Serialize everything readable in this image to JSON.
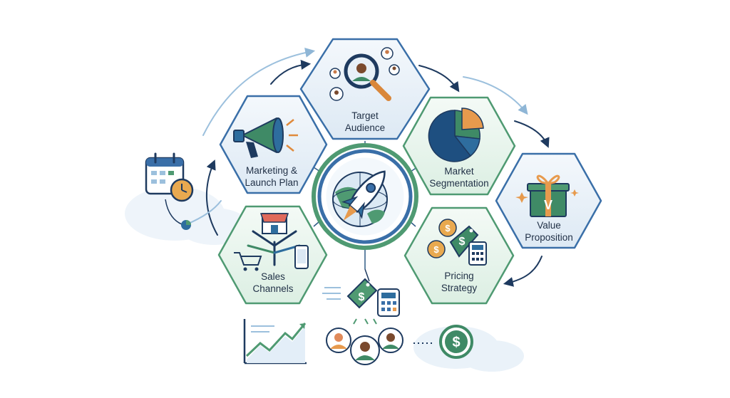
{
  "diagram": {
    "center": {
      "icon": "rocket-globe-icon"
    },
    "segments": [
      {
        "id": "target-audience",
        "lines": [
          "Target",
          "Audience"
        ],
        "icon": "magnifier-people-icon",
        "color": "#3a6fa8"
      },
      {
        "id": "market-segmentation",
        "lines": [
          "Market",
          "Segmentation"
        ],
        "icon": "pie-chart-icon",
        "color": "#4f9a72"
      },
      {
        "id": "value-proposition",
        "lines": [
          "Value",
          "Proposition"
        ],
        "icon": "gift-box-icon",
        "color": "#3a6fa8"
      },
      {
        "id": "pricing-strategy",
        "lines": [
          "Pricing",
          "Strategy"
        ],
        "icon": "price-tag-calculator-icon",
        "color": "#4f9a72"
      },
      {
        "id": "sales-channels",
        "lines": [
          "Sales",
          "Channels"
        ],
        "icon": "store-cart-phone-icon",
        "color": "#4f9a72"
      },
      {
        "id": "marketing-launch-plan",
        "lines": [
          "Marketing &",
          "Launch Plan"
        ],
        "icon": "megaphone-icon",
        "color": "#3a6fa8"
      }
    ],
    "decorations": [
      "calendar-clock-icon",
      "price-tag-icon",
      "calculator-icon",
      "growth-chart-icon",
      "team-avatars-icon",
      "dollar-coin-icon"
    ]
  }
}
